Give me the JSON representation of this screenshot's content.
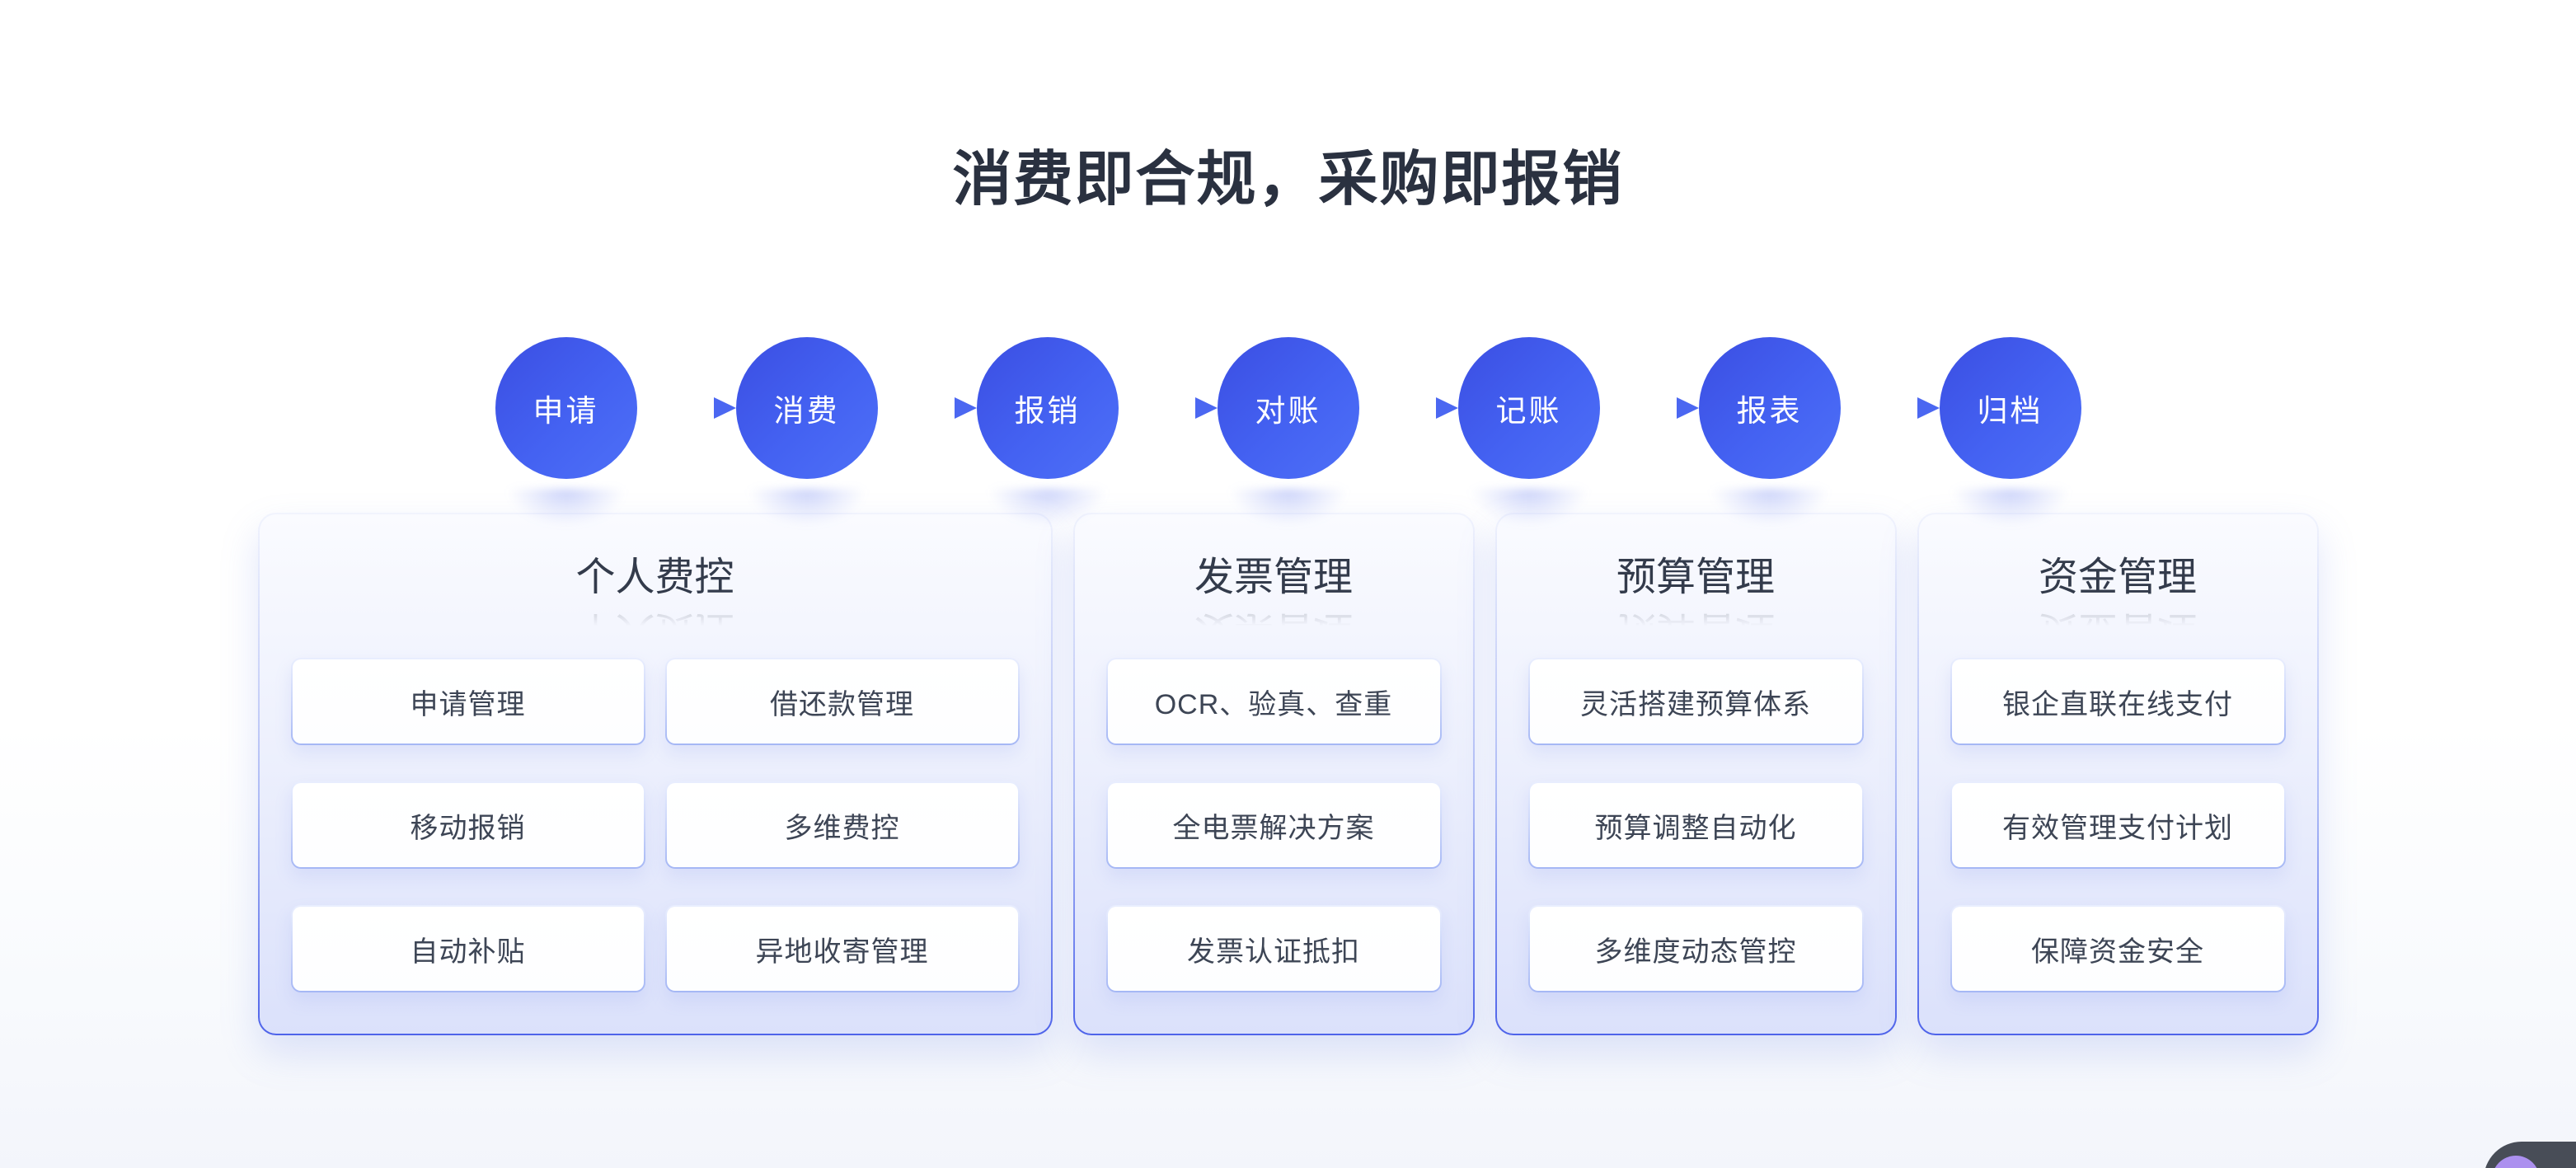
{
  "page": {
    "title": "消费即合规，采购即报销"
  },
  "flow": {
    "steps": [
      "申请",
      "消费",
      "报销",
      "对账",
      "记账",
      "报表",
      "归档"
    ]
  },
  "cards": [
    {
      "title": "个人费控",
      "items": [
        "申请管理",
        "借还款管理",
        "移动报销",
        "多维费控",
        "自动补贴",
        "异地收寄管理"
      ]
    },
    {
      "title": "发票管理",
      "items": [
        "OCR、验真、查重",
        "全电票解决方案",
        "发票认证抵扣"
      ]
    },
    {
      "title": "预算管理",
      "items": [
        "灵活搭建预算体系",
        "预算调整自动化",
        "多维度动态管控"
      ]
    },
    {
      "title": "资金管理",
      "items": [
        "银企直联在线支付",
        "有效管理支付计划",
        "保障资金安全"
      ]
    }
  ],
  "icons": {
    "flow_arrow": "arrow-right-icon",
    "corner_badge": "chat-bot-icon"
  },
  "colors": {
    "title_text": "#2A3140",
    "card_title_text": "#333B4B",
    "item_text": "#3D4555",
    "circle_blue_start": "#3B4EE2",
    "circle_blue_end": "#4E70F7",
    "arrow_blue": "#4B67F1",
    "arrow_blue_light": "#D6DEFB",
    "card_bg_bottom": "#DBE1FB",
    "card_border_bottom": "#4E63EA",
    "badge_background": "#3E434E",
    "badge_avatar": "#AC90EF"
  }
}
